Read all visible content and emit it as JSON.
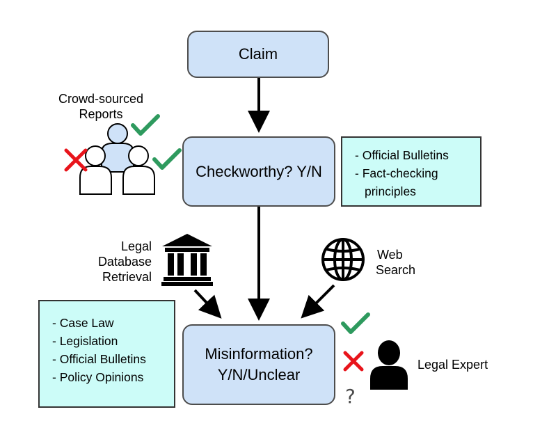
{
  "nodes": {
    "claim": "Claim",
    "checkworthy": "Checkworthy? Y/N",
    "misinformation_line1": "Misinformation?",
    "misinformation_line2": "Y/N/Unclear"
  },
  "checkworthy_sources": {
    "items": [
      "Official Bulletins",
      "Fact-checking"
    ],
    "continuation": "principles"
  },
  "misinformation_sources": {
    "items": [
      "Case Law",
      "Legislation",
      "Official Bulletins",
      "Policy Opinions"
    ]
  },
  "labels": {
    "crowd_line1": "Crowd-sourced",
    "crowd_line2": "Reports",
    "legal_db_line1": "Legal",
    "legal_db_line2": "Database",
    "legal_db_line3": "Retrieval",
    "web_line1": "Web",
    "web_line2": "Search",
    "legal_expert": "Legal Expert",
    "unclear_mark": "?"
  },
  "colors": {
    "node_fill": "#cfe2f8",
    "info_fill": "#ccfcf8",
    "check_green": "#2e9a5e",
    "cross_red": "#e8141b"
  },
  "icons": [
    "people-group-icon",
    "bank-building-icon",
    "globe-icon",
    "person-icon",
    "check-icon",
    "cross-icon",
    "question-icon"
  ]
}
